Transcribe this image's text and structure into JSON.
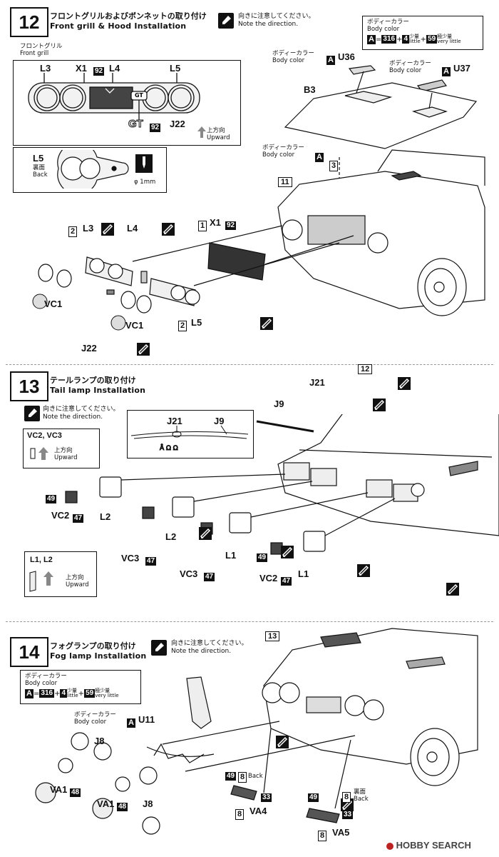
{
  "step12": {
    "number": "12",
    "title_jp": "フロントグリルおよびボンネットの取り付け",
    "title_en": "Front grill & Hood Installation",
    "note_jp": "向きに注意してください。",
    "note_en": "Note the direction.",
    "color_box": {
      "title_jp": "ボディーカラー",
      "title_en": "Body color",
      "mix_a": "A",
      "mix_1": "316",
      "mix_2": "4",
      "mix_2_jp": "少量",
      "mix_2_en": "little",
      "mix_3": "59",
      "mix_3_jp": "極少量",
      "mix_3_en": "very little"
    },
    "grill_caption_jp": "フロントグリル",
    "grill_caption_en": "Front grill",
    "grill_labels": [
      "L3",
      "X1",
      "92",
      "L4",
      "L5"
    ],
    "gt_label": "GT",
    "j22": "J22",
    "j22_num": "92",
    "upward_jp": "上方向",
    "upward_en": "Upward",
    "l5_back": {
      "label": "L5",
      "jp": "裏面",
      "en": "Back",
      "drill": "φ 1mm"
    },
    "body_color_jp": "ボディーカラー",
    "body_color_en": "Body color",
    "u36": "U36",
    "u37": "U37",
    "b3": "B3",
    "a": "A",
    "circle3": "3",
    "step_ref": "11",
    "parts": {
      "circle2_a": "2",
      "l3": "L3",
      "l4": "L4",
      "circle1": "1",
      "x1": "X1",
      "x1_num": "92",
      "vc1_a": "VC1",
      "vc1_b": "VC1",
      "j22": "J22",
      "circle2_b": "2",
      "l5": "L5"
    }
  },
  "step13": {
    "number": "13",
    "title_jp": "テールランプの取り付け",
    "title_en": "Tail lamp Installation",
    "note_jp": "向きに注意してください。",
    "note_en": "Note the direction.",
    "step_ref": "12",
    "j21": "J21",
    "j9": "J9",
    "detail_j21": "J21",
    "detail_j9": "J9",
    "vc_box": {
      "title": "VC2, VC3",
      "jp": "上方向",
      "en": "Upward"
    },
    "l_box": {
      "title": "L1, L2",
      "jp": "上方向",
      "en": "Upward"
    },
    "parts": {
      "n49_a": "49",
      "vc2_a": "VC2",
      "n47_a": "47",
      "l2_a": "L2",
      "vc3_a": "VC3",
      "n47_b": "47",
      "l2_b": "L2",
      "vc3_b": "VC3",
      "n47_c": "47",
      "l1_a": "L1",
      "n49_b": "49",
      "vc2_b": "VC2",
      "n47_d": "47",
      "l1_b": "L1"
    }
  },
  "step14": {
    "number": "14",
    "title_jp": "フォグランプの取り付け",
    "title_en": "Fog lamp Installation",
    "note_jp": "向きに注意してください。",
    "note_en": "Note the direction.",
    "step_ref": "13",
    "color_box": {
      "title_jp": "ボディーカラー",
      "title_en": "Body color",
      "mix_a": "A",
      "mix_1": "316",
      "mix_2": "4",
      "mix_2_jp": "少量",
      "mix_2_en": "little",
      "mix_3": "59",
      "mix_3_jp": "極少量",
      "mix_3_en": "very little"
    },
    "body_color_jp": "ボディーカラー",
    "body_color_en": "Body color",
    "u11": "U11",
    "a": "A",
    "parts": {
      "j8_a": "J8",
      "j8_b": "J8",
      "va1_a": "VA1",
      "va1_a_num": "48",
      "va1_b": "VA1",
      "va1_b_num": "48",
      "n49_a": "49",
      "n8_a": "8",
      "back_a_en": "Back",
      "n33_a": "33",
      "n8_b": "8",
      "va4": "VA4",
      "n49_b": "49",
      "n8_c": "8",
      "back_b_jp": "裏面",
      "back_b_en": "Back",
      "n33_b": "33",
      "n8_d": "8",
      "va5": "VA5"
    }
  },
  "watermark": "HOBBY SEARCH"
}
